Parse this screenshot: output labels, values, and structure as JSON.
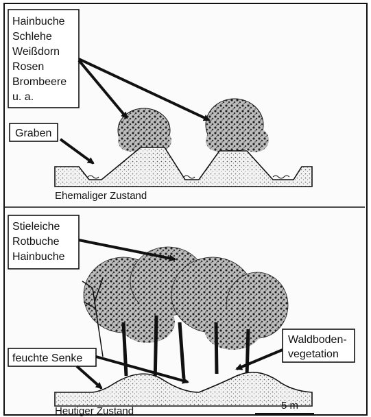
{
  "top_panel": {
    "species_label": [
      "Hainbuche",
      "Schlehe",
      "Weißdorn",
      "Rosen",
      "Brombeere",
      "u. a."
    ],
    "ditch_label": "Graben",
    "caption": "Ehemaliger Zustand"
  },
  "bottom_panel": {
    "tree_label": [
      "Stieleiche",
      "Rotbuche",
      "Hainbuche"
    ],
    "hollow_label": "feuchte Senke",
    "ground_label": [
      "Waldboden-",
      "vegetation"
    ],
    "caption": "Heutiger Zustand",
    "scale_label": "5 m"
  },
  "colors": {
    "ink": "#111111",
    "paper": "#fbfbfb"
  }
}
